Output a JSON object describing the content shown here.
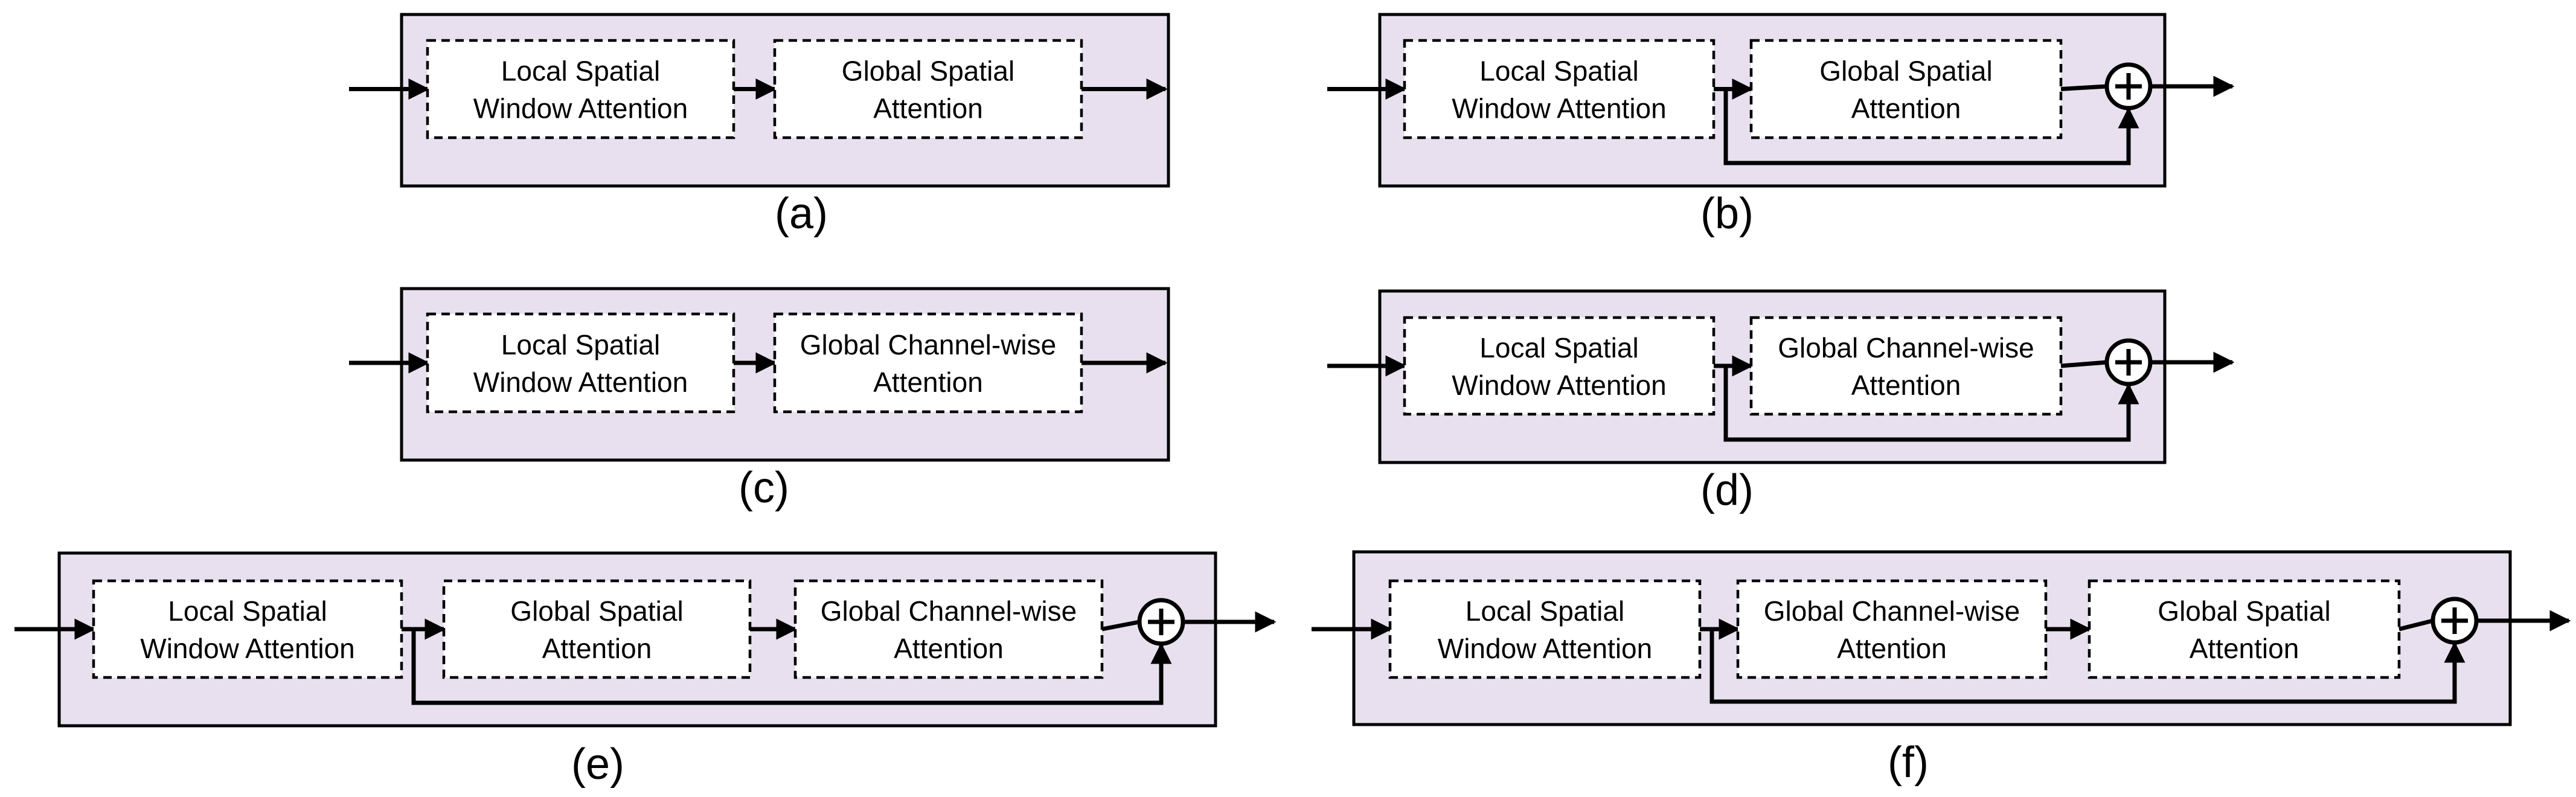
{
  "panels": [
    {
      "caption": "(a)",
      "residual": false,
      "blocks": [
        [
          "Local Spatial",
          "Window Attention"
        ],
        [
          "Global Spatial",
          "Attention"
        ]
      ]
    },
    {
      "caption": "(b)",
      "residual": true,
      "blocks": [
        [
          "Local Spatial",
          "Window Attention"
        ],
        [
          "Global Spatial",
          "Attention"
        ]
      ]
    },
    {
      "caption": "(c)",
      "residual": false,
      "blocks": [
        [
          "Local Spatial",
          "Window Attention"
        ],
        [
          "Global Channel-wise",
          "Attention"
        ]
      ]
    },
    {
      "caption": "(d)",
      "residual": true,
      "blocks": [
        [
          "Local Spatial",
          "Window Attention"
        ],
        [
          "Global Channel-wise",
          "Attention"
        ]
      ]
    },
    {
      "caption": "(e)",
      "residual": true,
      "blocks": [
        [
          "Local Spatial",
          "Window Attention"
        ],
        [
          "Global Spatial",
          "Attention"
        ],
        [
          "Global Channel-wise",
          "Attention"
        ]
      ]
    },
    {
      "caption": "(f)",
      "residual": true,
      "blocks": [
        [
          "Local Spatial",
          "Window Attention"
        ],
        [
          "Global Channel-wise",
          "Attention"
        ],
        [
          "Global Spatial",
          "Attention"
        ]
      ]
    }
  ],
  "colors": {
    "panel_fill": "#e8e0ee",
    "stroke": "#000000",
    "block_fill": "#ffffff"
  },
  "icons": {
    "sum": "circled-plus-icon",
    "arrow": "arrow-right-icon"
  }
}
